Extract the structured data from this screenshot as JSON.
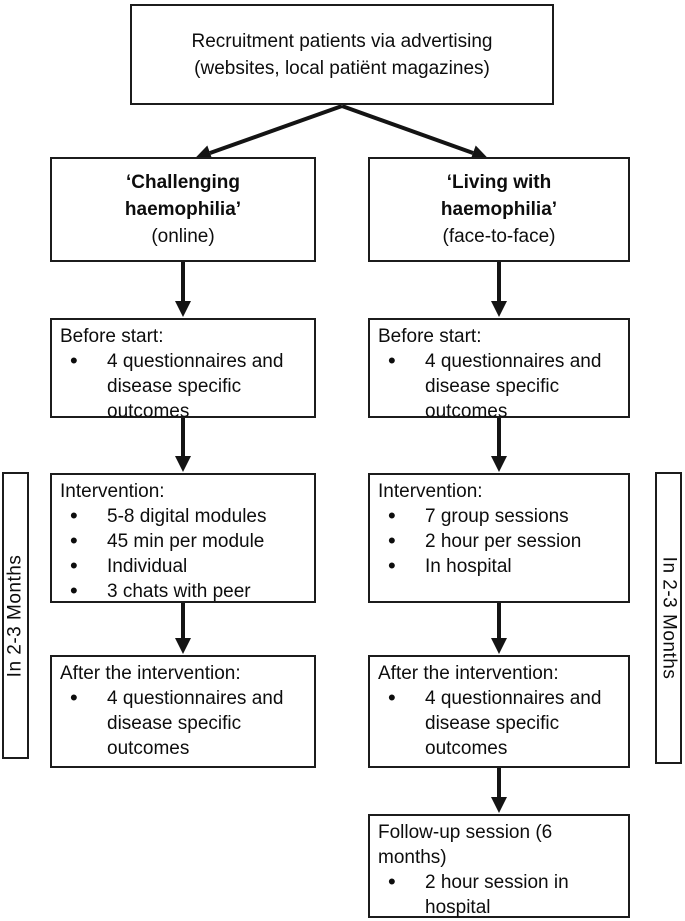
{
  "figure": {
    "bullet": "•",
    "background": "#ffffff",
    "line_color": "#141414"
  },
  "top_box": {
    "line1": "Recruitment patients via advertising",
    "line2": "(websites, local patiënt magazines)"
  },
  "columns": {
    "left": {
      "branch": {
        "title_line1": "‘Challenging",
        "title_line2": "haemophilia’",
        "subtitle": "(online)"
      },
      "before": {
        "header": "Before start:",
        "bullets": [
          "4 questionnaires and disease specific outcomes"
        ]
      },
      "intervention": {
        "header": "Intervention:",
        "bullets": [
          "5-8 digital modules",
          "45 min per module",
          "Individual",
          "3 chats with peer"
        ]
      },
      "after": {
        "header": "After the intervention:",
        "bullets": [
          "4 questionnaires and disease specific outcomes"
        ]
      }
    },
    "right": {
      "branch": {
        "title_line1": "‘Living with",
        "title_line2": "haemophilia’",
        "subtitle": "(face-to-face)"
      },
      "before": {
        "header": "Before start:",
        "bullets": [
          "4 questionnaires and disease specific outcomes"
        ]
      },
      "intervention": {
        "header": "Intervention:",
        "bullets": [
          "7 group sessions",
          "2 hour per session",
          "In hospital"
        ]
      },
      "after": {
        "header": "After the intervention:",
        "bullets": [
          "4 questionnaires and disease specific outcomes"
        ]
      },
      "followup": {
        "header_line1": "Follow-up session (6",
        "header_line2": "months)",
        "bullets": [
          "2 hour session in hospital"
        ]
      }
    }
  },
  "side_labels": {
    "left": "In 2-3 Months",
    "right": "In 2-3 Months"
  }
}
